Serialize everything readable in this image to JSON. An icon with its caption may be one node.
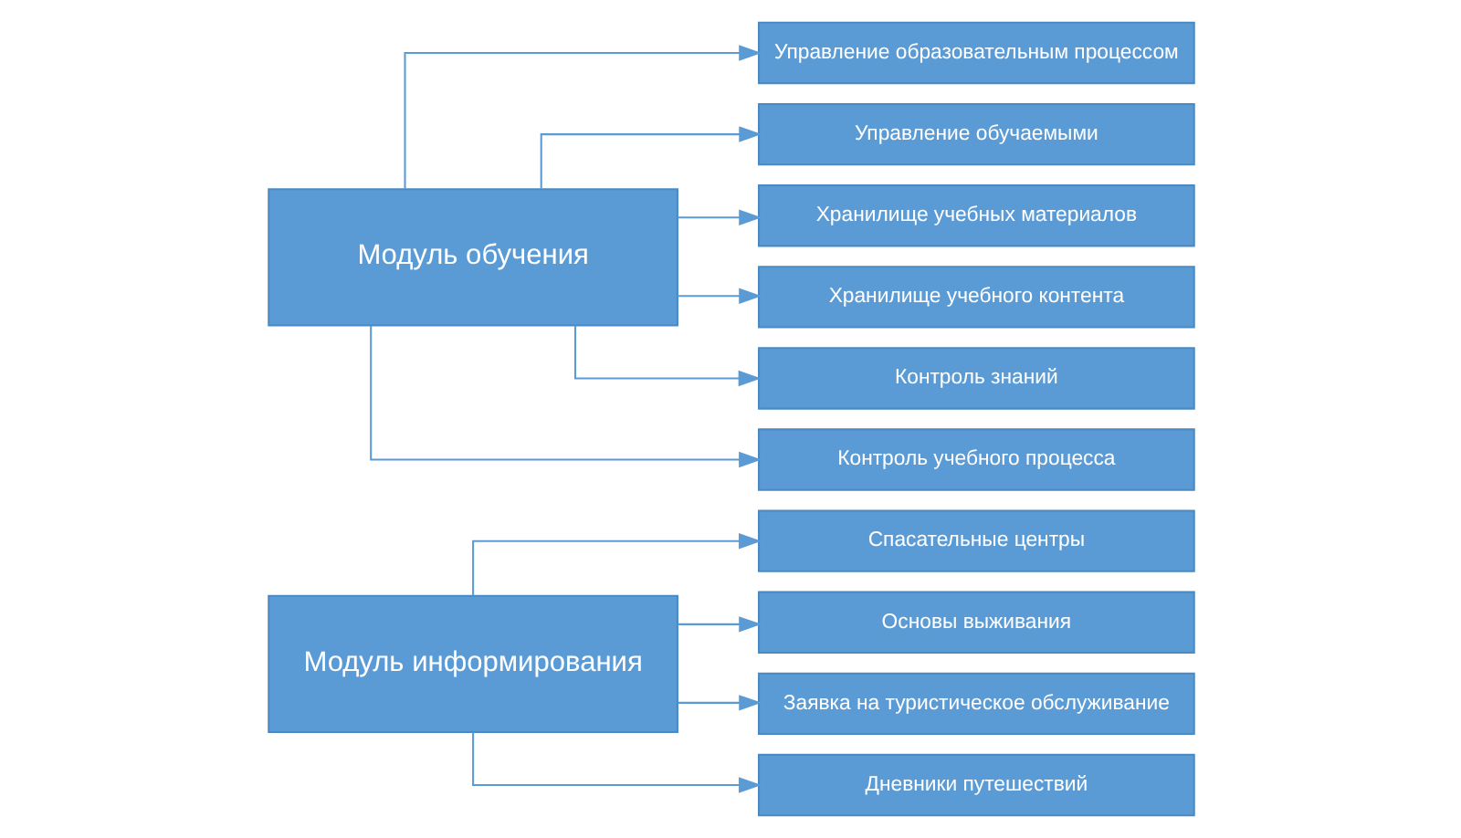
{
  "diagram": {
    "nodes": [
      {
        "text": [
          "Модуль информирования"
        ]
      },
      {
        "text": [
          "Спасательные центры"
        ]
      },
      {
        "text": [
          "Основы выживания"
        ]
      },
      {
        "text": [
          "Заявка на туристическое обслуживание"
        ]
      },
      {
        "text": [
          "Дневники путешествий"
        ]
      },
      {
        "text": [
          "Модуль обучения"
        ]
      },
      {
        "text": [
          "Управление образовательным процессом"
        ]
      },
      {
        "text": [
          "Управление обучаемыми"
        ]
      },
      {
        "text": [
          "Хранилище учебных материалов"
        ]
      },
      {
        "text": [
          "Хранилище учебного контента"
        ]
      },
      {
        "text": [
          "Контроль знаний"
        ]
      },
      {
        "text": [
          "Контроль учебного процесса"
        ]
      }
    ],
    "edges": [
      {
        "from": 0,
        "to": 1,
        "arrow": "to"
      },
      {
        "from": 0,
        "to": 2,
        "arrow": "to"
      },
      {
        "from": 0,
        "to": 3,
        "arrow": "to"
      },
      {
        "from": 0,
        "to": 4,
        "arrow": "to"
      },
      {
        "from": 5,
        "to": 6,
        "arrow": "to"
      },
      {
        "from": 5,
        "to": 7,
        "arrow": "to"
      },
      {
        "from": 5,
        "to": 8,
        "arrow": "to"
      },
      {
        "from": 5,
        "to": 9,
        "arrow": "to"
      },
      {
        "from": 5,
        "to": 10,
        "arrow": "to"
      },
      {
        "from": 5,
        "to": 11,
        "arrow": "to"
      }
    ]
  }
}
